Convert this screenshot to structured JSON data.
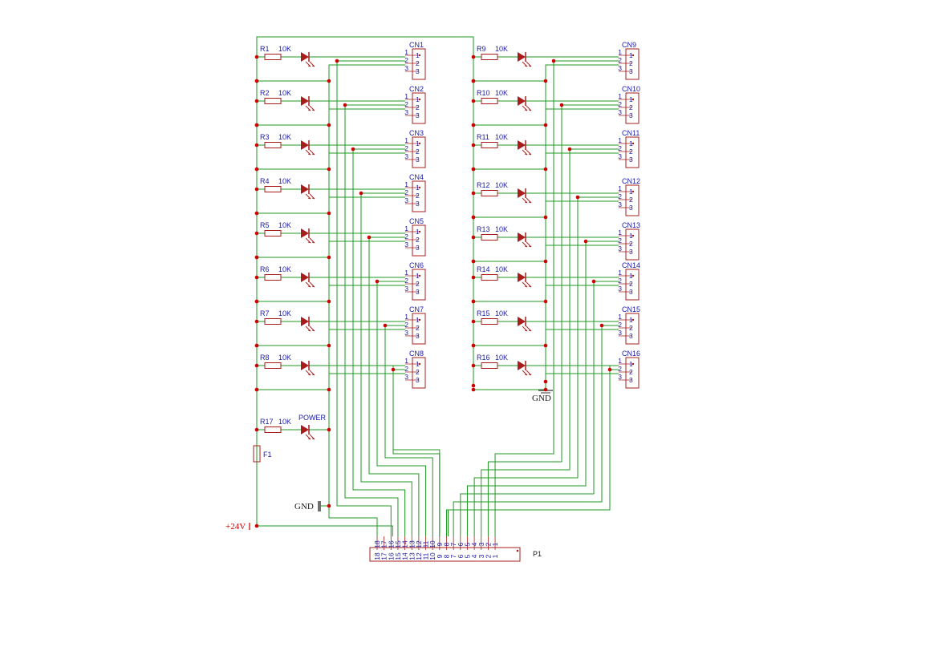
{
  "diagram": {
    "rail_label": "+24V",
    "fuse_label": "F1",
    "gnd_labels": [
      "GND",
      "GND"
    ],
    "header_label": "P1",
    "header_pins": [
      "18",
      "17",
      "16",
      "15",
      "14",
      "13",
      "12",
      "11",
      "10",
      "9",
      "8",
      "7",
      "6",
      "5",
      "4",
      "3",
      "2",
      "1"
    ],
    "connector_pins": [
      "1",
      "2",
      "3"
    ],
    "resistor_value": "10K",
    "power_led_label": "POWER",
    "power_resistor": "R17",
    "left_channels": [
      {
        "resistor": "R1",
        "connector": "CN1"
      },
      {
        "resistor": "R2",
        "connector": "CN2"
      },
      {
        "resistor": "R3",
        "connector": "CN3"
      },
      {
        "resistor": "R4",
        "connector": "CN4"
      },
      {
        "resistor": "R5",
        "connector": "CN5"
      },
      {
        "resistor": "R6",
        "connector": "CN6"
      },
      {
        "resistor": "R7",
        "connector": "CN7"
      },
      {
        "resistor": "R8",
        "connector": "CN8"
      }
    ],
    "right_channels": [
      {
        "resistor": "R9",
        "connector": "CN9"
      },
      {
        "resistor": "R10",
        "connector": "CN10"
      },
      {
        "resistor": "R11",
        "connector": "CN11"
      },
      {
        "resistor": "R12",
        "connector": "CN12"
      },
      {
        "resistor": "R13",
        "connector": "CN13"
      },
      {
        "resistor": "R14",
        "connector": "CN14"
      },
      {
        "resistor": "R15",
        "connector": "CN15"
      },
      {
        "resistor": "R16",
        "connector": "CN16"
      }
    ],
    "colors": {
      "wire": "#1f9a1f",
      "component": "#a81c1c",
      "junction": "#cc0000",
      "pin_text": "#1a1aa8",
      "supply": "#cc0000"
    }
  }
}
